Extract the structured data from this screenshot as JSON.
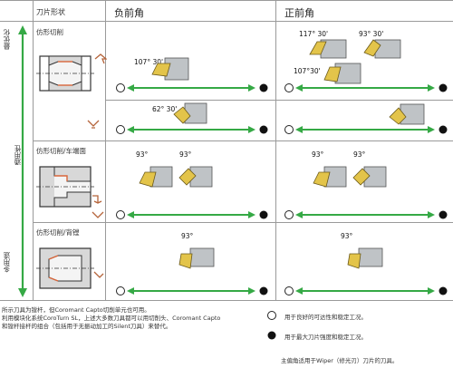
{
  "header": {
    "col1": "刀片形状",
    "col2": "负前角",
    "col3": "正前角"
  },
  "side": {
    "top": "最优化",
    "middle": "通用性",
    "bottom": "多用途"
  },
  "rows": [
    {
      "title": "仿形切削",
      "neg_angles": [
        "107° 30'",
        "62° 30'"
      ],
      "pos_angles": [
        "117° 30'",
        "93° 30'",
        "107°30'"
      ]
    },
    {
      "title": "仿形切削/车端面",
      "neg_angles": [
        "93°",
        "93°"
      ],
      "pos_angles": [
        "93°",
        "93°"
      ]
    },
    {
      "title": "仿形切削/背镗",
      "neg_angles": [
        "93°"
      ],
      "pos_angles": [
        "93°"
      ]
    }
  ],
  "notes": [
    "所示刀具为镗杆，但Coromant Capto切削单元也可用。",
    "利用模块化系统CoroTurn SL，上述大多数刀具都可以用切削头、Coromant Capto",
    "和镗杆接杆的组合（包括用于无振动加工的Silent刀具）来替代。"
  ],
  "legend": {
    "open": "用于良好的可达性和稳定工况。",
    "filled": "用于最大刀片强度和稳定工况。",
    "wiper": "主偏角适用于Wiper（修光刃）刀片的刀具。"
  },
  "colors": {
    "green": "#35a945",
    "insert_yellow": "#e3c44a",
    "holder_gray": "#bfc3c6",
    "grid": "#9a9a9a",
    "arrow_tool": "#b5643a"
  }
}
